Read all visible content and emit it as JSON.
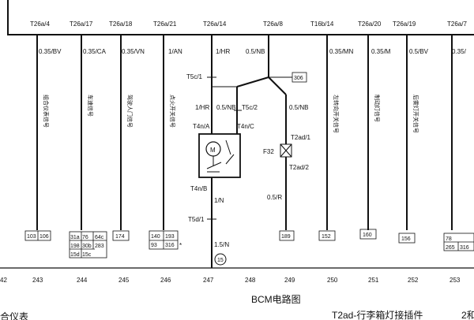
{
  "terminals": [
    {
      "id": "t243",
      "label": "T26a/4",
      "wire": "0.35/BV",
      "vtext": "组合仪表信号",
      "pins": [
        "103",
        "106"
      ]
    },
    {
      "id": "t244",
      "label": "T26a/17",
      "wire": "0.35/CA",
      "vtext": "车速信号",
      "pins": [
        "31a",
        "76",
        "64c",
        "198",
        "30b",
        "283",
        "15d",
        "15c"
      ]
    },
    {
      "id": "t245",
      "label": "T26a/18",
      "wire": "0.35/VN",
      "vtext": "驾驶人门信号",
      "pins": [
        "174"
      ]
    },
    {
      "id": "t246",
      "label": "T26a/21",
      "wire": "1/AN",
      "vtext": "点火开关信号",
      "pins": [
        "140",
        "193",
        "93",
        "316"
      ]
    },
    {
      "id": "t247",
      "label": "T26a/14",
      "wire": "1/HR",
      "vtext": "",
      "pins": []
    },
    {
      "id": "t249",
      "label": "T26a/8",
      "wire": "0.5/NB",
      "vtext": "",
      "pins": [
        "189"
      ]
    },
    {
      "id": "t250",
      "label": "T16b/14",
      "wire": "0.35/MN",
      "vtext": "左转向开关信号",
      "pins": [
        "152"
      ]
    },
    {
      "id": "t251",
      "label": "T26a/20",
      "wire": "0.35/M",
      "vtext": "制动灯信号",
      "pins": [
        "160"
      ]
    },
    {
      "id": "t252",
      "label": "T26a/19",
      "wire": "0.5/BV",
      "vtext": "后雾灯开关信号",
      "pins": [
        "156"
      ]
    },
    {
      "id": "t253",
      "label": "T26a/7",
      "wire": "0.35/",
      "vtext": "",
      "pins": [
        "78",
        "265",
        "316"
      ]
    }
  ],
  "motor_circuit": {
    "t5c1": "T5c/1",
    "hr_wire": "1/HR",
    "nb_wire": "0.5/NB",
    "t5c2": "T5c/2",
    "t4na": "T4n/A",
    "t4nc": "T4n/C",
    "motor": "M",
    "t4nb": "T4n/B",
    "n_wire": "1/N",
    "t5d1": "T5d/1",
    "ground_wire": "1.5/N",
    "ground_ref": "15"
  },
  "fuse_circuit": {
    "ref": "306",
    "nb_wire": "0.5/NB",
    "t2ad1": "T2ad/1",
    "fuse": "F32",
    "t2ad2": "T2ad/2",
    "r_wire": "0.5/R"
  },
  "columns": [
    "42",
    "243",
    "244",
    "245",
    "246",
    "247",
    "248",
    "249",
    "250",
    "251",
    "252",
    "253"
  ],
  "caption": "BCM电路图",
  "footer_left": "合仪表",
  "footer_right": "T2ad-行李箱灯接插件",
  "footer_far": "2和",
  "pin_marker": "*",
  "colors": {
    "line": "#111111",
    "background": "#ffffff"
  }
}
